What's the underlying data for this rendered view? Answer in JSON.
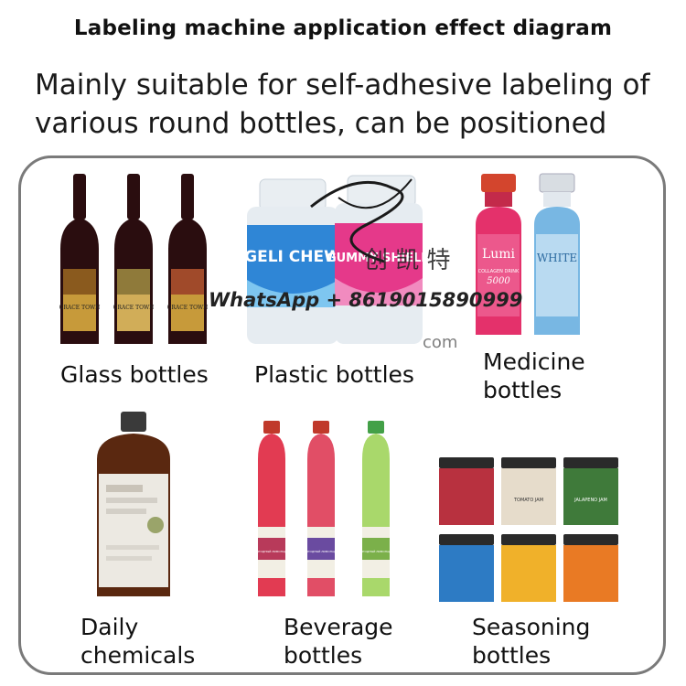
{
  "title": "Labeling machine application effect diagram",
  "subtitle": "Mainly suitable for self-adhesive labeling of various round bottles, can be positioned",
  "watermark": {
    "text": "WhatsApp + 8619015890999",
    "chars": "创 凯 特",
    "fragment": "com"
  },
  "categories": [
    {
      "label": "Glass bottles",
      "product_text": "GRACE TOWN"
    },
    {
      "label": "Plastic bottles",
      "product_text": [
        "GELI CHEW",
        "GUMMY SHIELD"
      ]
    },
    {
      "label": "Medicine bottles",
      "product_text": [
        "Lumi",
        "COLLAGEN DRINK",
        "5000",
        "WHITE"
      ]
    },
    {
      "label": "Daily chemicals"
    },
    {
      "label": "Beverage bottles",
      "product_text": "ЯГОДНЫЙ ЛИМОНАД"
    },
    {
      "label": "Seasoning bottles",
      "product_text": [
        "TOMATO JAM",
        "JALAPENO JAM"
      ]
    }
  ],
  "colors": {
    "frame": "#7a7a7a",
    "wine": "#2a0d0f",
    "gold_label": "#c79a3a",
    "plastic_blue": "#2f86d6",
    "plastic_pink": "#e5398a",
    "pink_drink": "#e4316b",
    "blue_drink": "#78b7e3",
    "amber": "#5a2810",
    "red_drink": "#e23b52",
    "green_drink": "#a9d86b"
  }
}
